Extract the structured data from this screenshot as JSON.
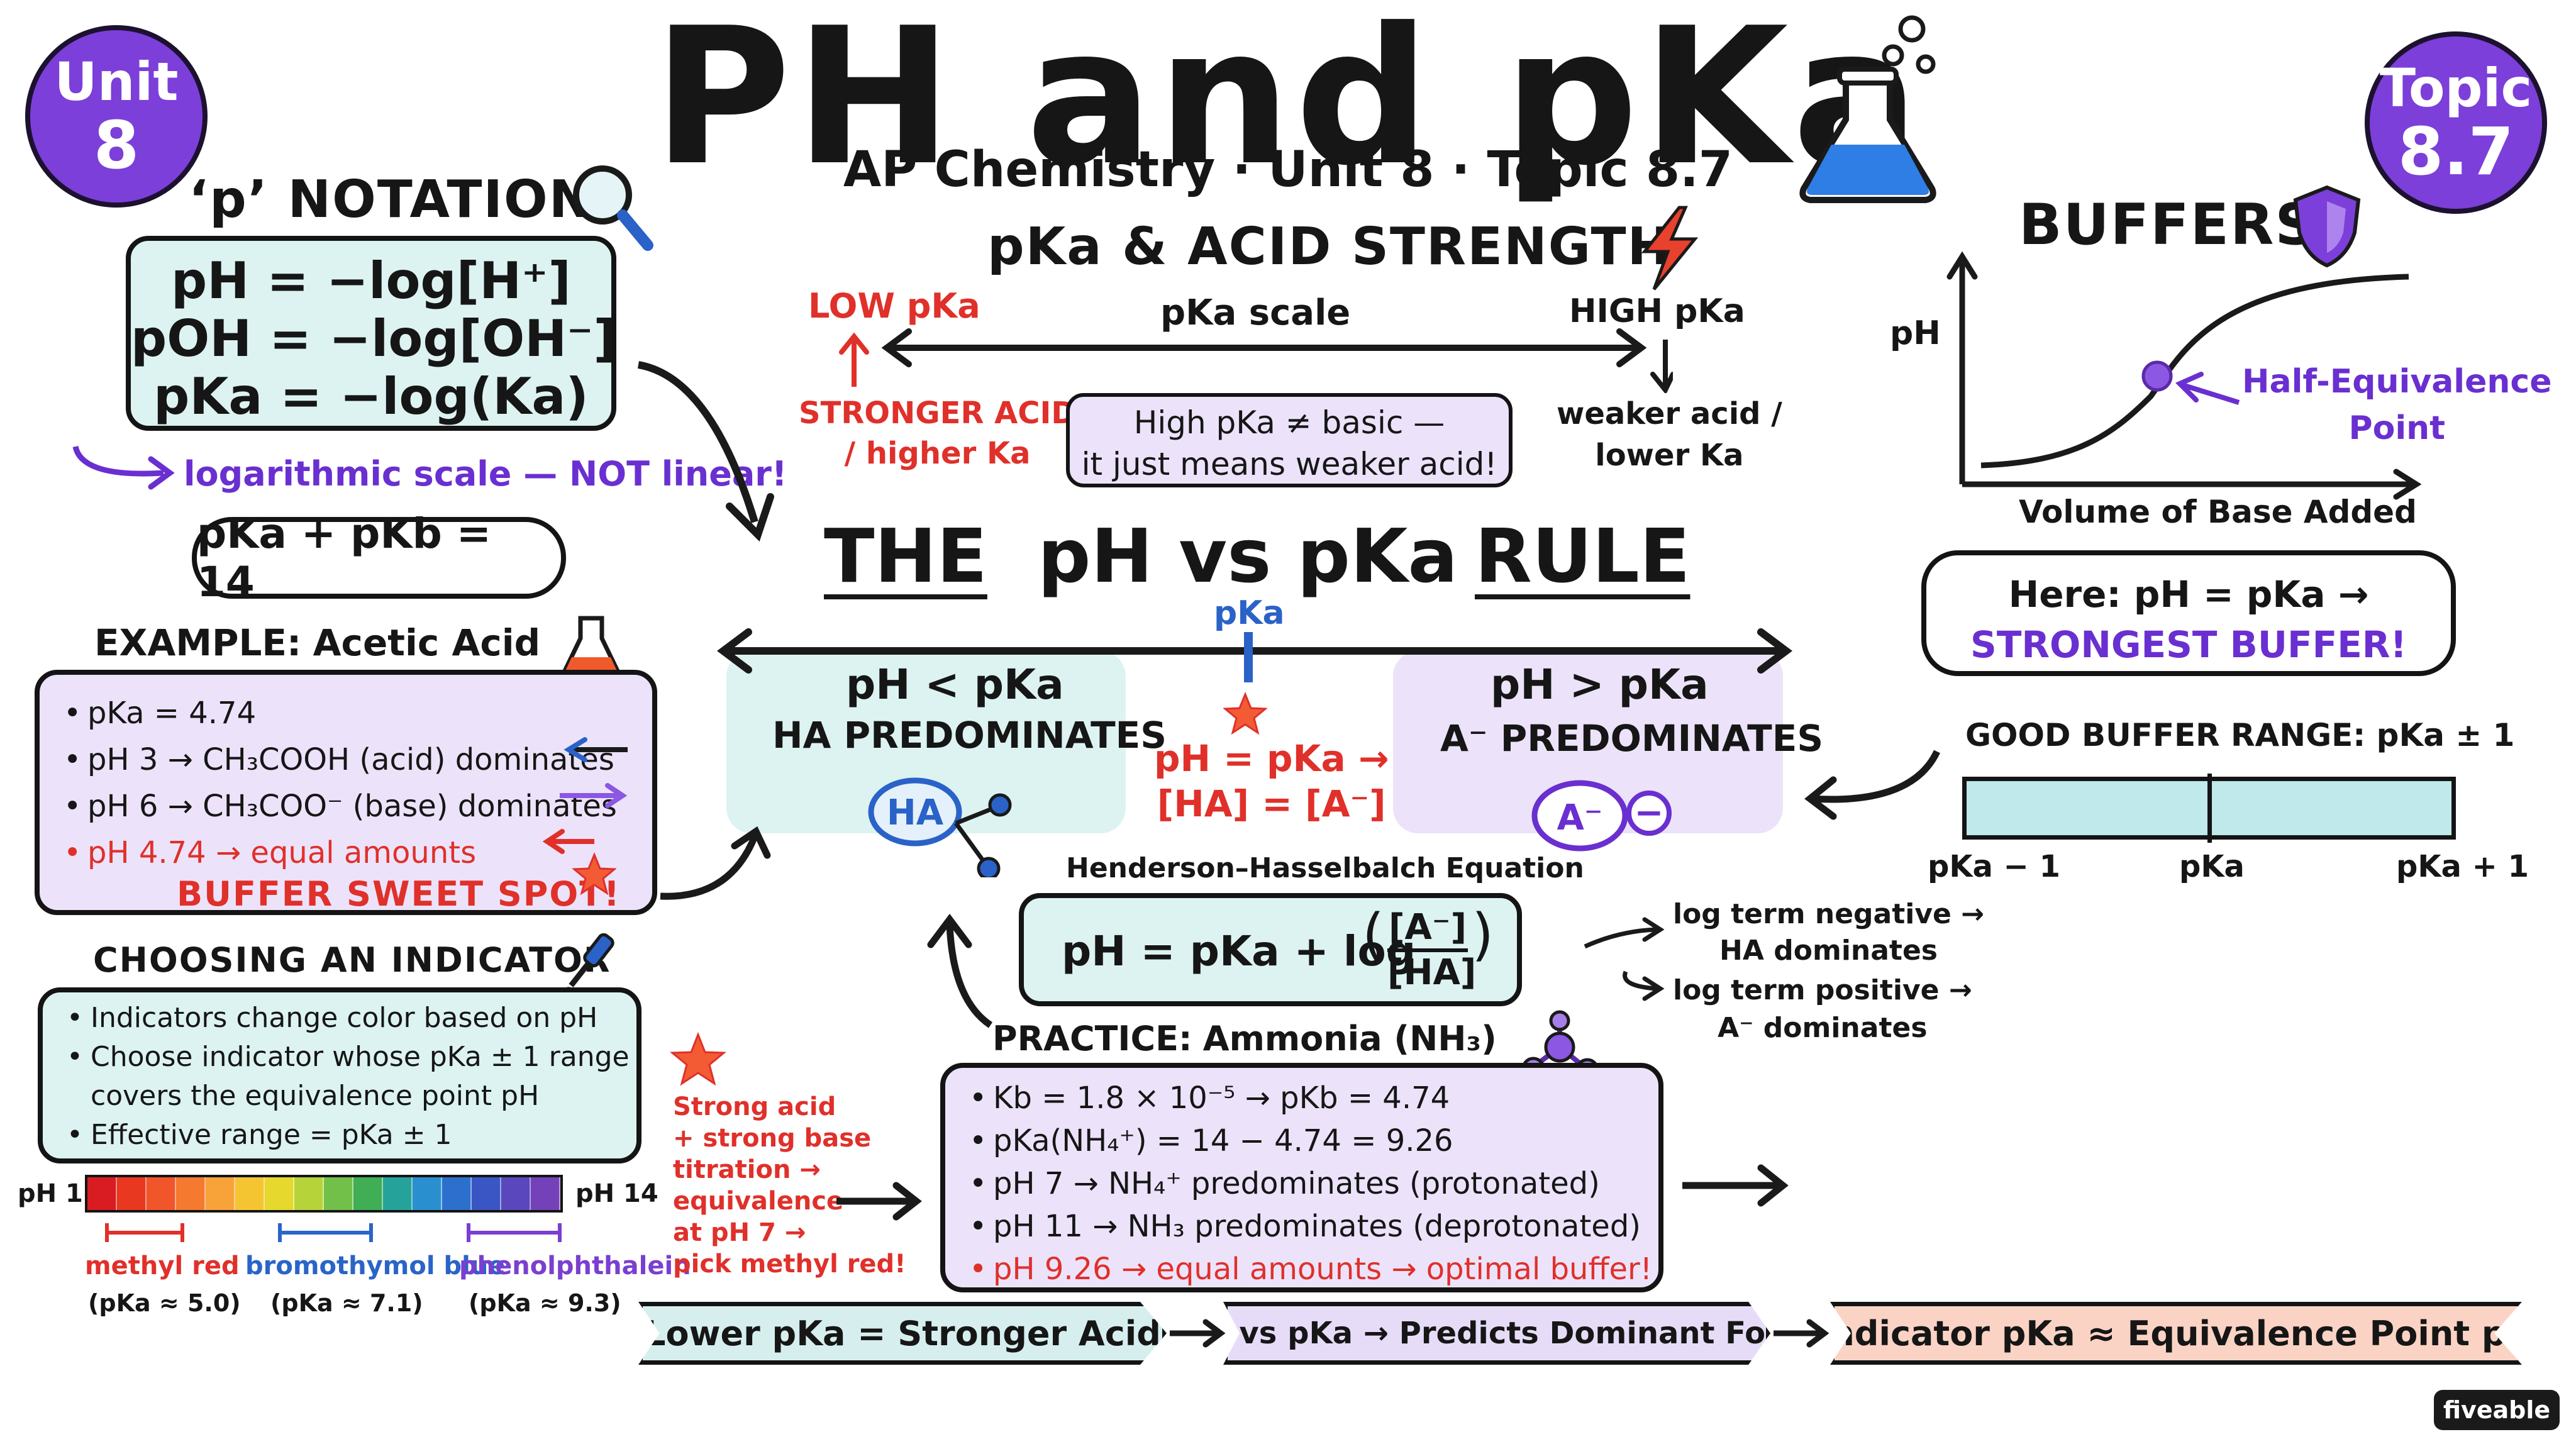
{
  "badges": {
    "unit": {
      "line1": "Unit",
      "line2": "8"
    },
    "topic": {
      "line1": "Topic",
      "line2": "8.7"
    }
  },
  "title": "PH and pKa",
  "subtitle": "AP Chemistry · Unit 8 · Topic 8.7",
  "p_notation": {
    "heading": "‘p’ NOTATION",
    "equations": [
      "pH  =  −log[H⁺]",
      "pOH  =  −log[OH⁻]",
      "pKa  =  −log(Ka)"
    ],
    "note": "logarithmic scale — NOT linear!",
    "pkb_box": "pKa + pKb = 14"
  },
  "acid_strength": {
    "heading": "pKa & ACID STRENGTH",
    "low": "LOW pKa",
    "scale": "pKa scale",
    "high": "HIGH pKa",
    "stronger": [
      "STRONGER ACID",
      "/ higher Ka"
    ],
    "weaker": [
      "weaker acid /",
      "lower Ka"
    ],
    "callout": [
      "High pKa ≠ basic —",
      "it just means weaker acid!"
    ]
  },
  "rule": {
    "title_left": "THE",
    "title_mid": "pH vs pKa",
    "title_right": "RULE",
    "marker": "pKa",
    "left_cond": "pH < pKa",
    "left_result": "HA PREDOMINATES",
    "left_icon": "HA",
    "mid_lines": [
      "pH = pKa →",
      "[HA] = [A⁻]"
    ],
    "right_cond": "pH > pKa",
    "right_result": "A⁻ PREDOMINATES",
    "right_icon": "A⁻",
    "right_charge": "−"
  },
  "hh": {
    "label": "Henderson–Hasselbalch Equation",
    "lhs": "pH = pKa + log",
    "num": "[A⁻]",
    "den": "[HA]",
    "note1": [
      "log term negative →",
      "HA dominates"
    ],
    "note2": [
      "log term positive →",
      "A⁻ dominates"
    ]
  },
  "buffers": {
    "heading": "BUFFERS",
    "y_axis": "pH",
    "x_axis": "Volume of Base Added",
    "point_label": [
      "Half-Equivalence",
      "Point"
    ],
    "callout": [
      "Here: pH = pKa →",
      "STRONGEST BUFFER!"
    ],
    "range_title": "GOOD BUFFER RANGE: pKa ± 1",
    "ticks": [
      "pKa − 1",
      "pKa",
      "pKa + 1"
    ]
  },
  "example": {
    "heading_bold": "EXAMPLE:",
    "heading_rest": "Acetic Acid",
    "items": [
      "pKa = 4.74",
      "pH 3 → CH₃COOH (acid) dominates",
      "pH 6 → CH₃COO⁻ (base) dominates",
      "pH 4.74 → equal amounts"
    ],
    "sweet": "BUFFER SWEET SPOT!"
  },
  "indicator": {
    "heading": "CHOOSING AN INDICATOR",
    "items": [
      "Indicators change color based on pH",
      "Choose indicator whose pKa ± 1 range",
      "covers the equivalence point pH",
      "Effective range = pKa ± 1"
    ],
    "ph_low": "pH 1",
    "ph_high": "pH 14",
    "spectrum": [
      "#d81c22",
      "#e8381f",
      "#f0562a",
      "#f5792f",
      "#f8a23a",
      "#f5c531",
      "#e6d82c",
      "#b6d43a",
      "#72c04a",
      "#3fae55",
      "#25a39b",
      "#2a8fcf",
      "#2d6fcd",
      "#3a56c4",
      "#5a47be",
      "#7441b8"
    ],
    "names": [
      "methyl red",
      "bromothymol blue",
      "phenolphthalein"
    ],
    "pkas": [
      "(pKa ≈ 5.0)",
      "(pKa ≈ 7.1)",
      "(pKa ≈ 9.3)"
    ],
    "name_colors": [
      "#e0302a",
      "#2a64c8",
      "#7a3fd0"
    ]
  },
  "titration_note": [
    "Strong acid",
    "+ strong base",
    "titration →",
    "equivalence",
    "at pH 7 →",
    "pick methyl red!"
  ],
  "practice": {
    "heading_bold": "PRACTICE:",
    "heading_rest": "Ammonia (NH₃)",
    "items": [
      "Kb = 1.8 × 10⁻⁵  → pKb = 4.74",
      "pKa(NH₄⁺) = 14 − 4.74 = 9.26",
      "pH 7 → NH₄⁺ predominates (protonated)",
      "pH 11 → NH₃ predominates (deprotonated)",
      "pH 9.26 → equal amounts → optimal buffer!"
    ]
  },
  "summary": [
    "Lower pKa = Stronger Acid",
    "pH vs pKa → Predicts Dominant Form",
    "Indicator pKa ≈ Equivalence Point pH"
  ],
  "brand": "fiveable",
  "colors": {
    "purple": "#7c3fd9",
    "teal": "#dcf3f1",
    "lavender": "#ece3fa",
    "red": "#e0302a",
    "salmon": "#fbd3c4"
  }
}
